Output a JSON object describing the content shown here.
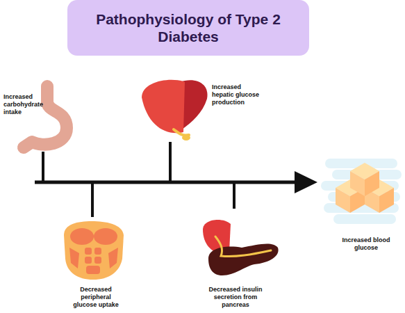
{
  "diagram": {
    "title": "Pathophysiology of Type 2 Diabetes",
    "labels": [
      "Increased carbohydrate intake",
      "Increased hepatic glucose production",
      "Decreased peripheral glucose uptake",
      "Decreased insulin secretion from pancreas",
      "Increased blood glucose"
    ]
  }
}
